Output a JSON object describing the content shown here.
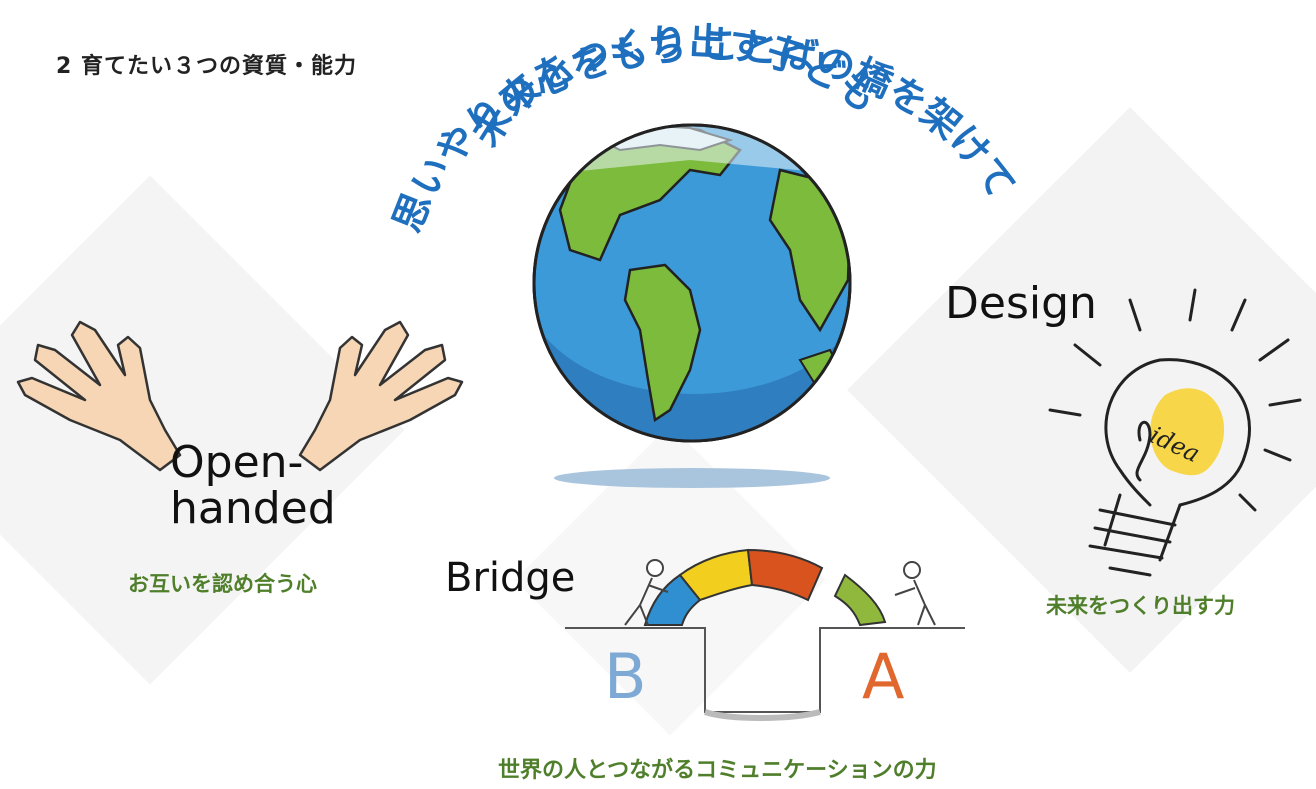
{
  "heading": "2 育てたい３つの資質・能力",
  "motto": {
    "line1": "思いやりの心をもち ことばの橋を架けて",
    "line2": "未来をつくり出す子ども"
  },
  "qualities": {
    "open_handed": {
      "line1": "Open-",
      "line2": "handed",
      "caption": "お互いを認め合う心"
    },
    "bridge": {
      "label": "Bridge",
      "caption": "世界の人とつながるコミュニケーションの力",
      "left_letter": "B",
      "right_letter": "A"
    },
    "design": {
      "label": "Design",
      "caption": "未来をつくり出す力",
      "bulb_text": "idea"
    }
  },
  "colors": {
    "motto_blue": "#1f6fbf",
    "caption_green": "#4f7f2b",
    "ocean": "#3d9ad8",
    "land": "#7dbb3c",
    "puzzle_blue": "#2f8fd0",
    "puzzle_yellow": "#f2cf1f",
    "puzzle_red": "#d9531e",
    "puzzle_green": "#8fb83d"
  }
}
